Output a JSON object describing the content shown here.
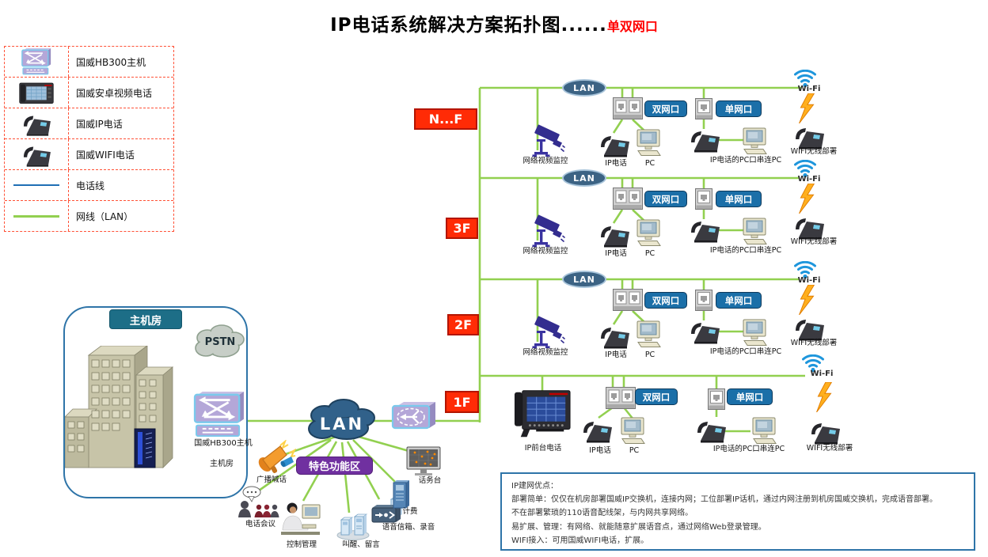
{
  "title": {
    "main": "IP电话系统解决方案拓扑图......",
    "highlight": "单双网口"
  },
  "legend": {
    "items": [
      {
        "icon": "switch-icon",
        "label": "国威HB300主机"
      },
      {
        "icon": "android-video-phone-icon",
        "label": "国威安卓视频电话"
      },
      {
        "icon": "ip-phone-icon",
        "label": "国威IP电话"
      },
      {
        "icon": "wifi-phone-icon",
        "label": "国威WIFI电话"
      },
      {
        "icon": "phone-line-sample",
        "label": "电话线"
      },
      {
        "icon": "lan-line-sample",
        "label": "网线（LAN）"
      }
    ]
  },
  "equipment_room": {
    "title": "主机房",
    "pstn_label": "PSTN",
    "switch_label": "国威HB300主机",
    "switch_sublabel": "主机房"
  },
  "core": {
    "lan_label": "LAN",
    "feature_zone_label": "特色功能区",
    "features": [
      {
        "icon": "megaphone-icon",
        "label": "广播喊话"
      },
      {
        "icon": "conference-icon",
        "label": "电话会议"
      },
      {
        "icon": "operator-icon",
        "label": "控制管理"
      },
      {
        "icon": "server-pair-icon",
        "label": "叫醒、留言"
      },
      {
        "icon": "voicemail-icon",
        "label": "语音信箱、录音"
      },
      {
        "icon": "billing-icon",
        "label": "计费"
      },
      {
        "icon": "console-icon",
        "label": "话务台"
      }
    ]
  },
  "floors": [
    {
      "label": "N...F",
      "lan_label": "LAN",
      "camera_label": "网络视频监控",
      "dual_port_label": "双网口",
      "single_port_label": "单网口",
      "ip_phone_label": "IP电话",
      "pc_label": "PC",
      "serial_label": "IP电话的PC口串连PC",
      "wifi_label": "Wi-Fi",
      "wifi_deploy_label": "WIFI无线部署"
    },
    {
      "label": "3F",
      "lan_label": "LAN",
      "camera_label": "网络视频监控",
      "dual_port_label": "双网口",
      "single_port_label": "单网口",
      "ip_phone_label": "IP电话",
      "pc_label": "PC",
      "serial_label": "IP电话的PC口串连PC",
      "wifi_label": "Wi-Fi",
      "wifi_deploy_label": "WIFI无线部署"
    },
    {
      "label": "2F",
      "lan_label": "LAN",
      "camera_label": "网络视频监控",
      "dual_port_label": "双网口",
      "single_port_label": "单网口",
      "ip_phone_label": "IP电话",
      "pc_label": "PC",
      "serial_label": "IP电话的PC口串连PC",
      "wifi_label": "Wi-Fi",
      "wifi_deploy_label": "WIFI无线部署"
    },
    {
      "label": "1F",
      "front_phone_label": "IP前台电话",
      "dual_port_label": "双网口",
      "single_port_label": "单网口",
      "ip_phone_label": "IP电话",
      "pc_label": "PC",
      "serial_label": "IP电话的PC口串连PC",
      "wifi_label": "Wi-Fi",
      "wifi_deploy_label": "WIFI无线部署"
    }
  ],
  "notes": {
    "lines": [
      "IP建网优点：",
      "部署简单：仅仅在机房部署国威IP交换机，连接内网；工位部署IP话机，通过内网注册到机房国威交换机，完成语音部署。",
      "不在部署繁琐的110语音配线架，与内网共享网络。",
      "易扩展、管理：有网络、就能随意扩展语音点，通过网络Web登录管理。",
      "WIFI接入：可用国威WIFI电话，扩展。"
    ]
  },
  "colors": {
    "lan_line": "#92D050",
    "phone_line": "#1F6FB5",
    "floor_tag_bg": "#FF2B06",
    "port_tag_bg": "#1B6FA8",
    "lan_node_bg": "#3C6384",
    "feature_zone_bg": "#7030A0",
    "room_title_bg": "#1D6E87",
    "highlight_text": "#FF0000"
  }
}
